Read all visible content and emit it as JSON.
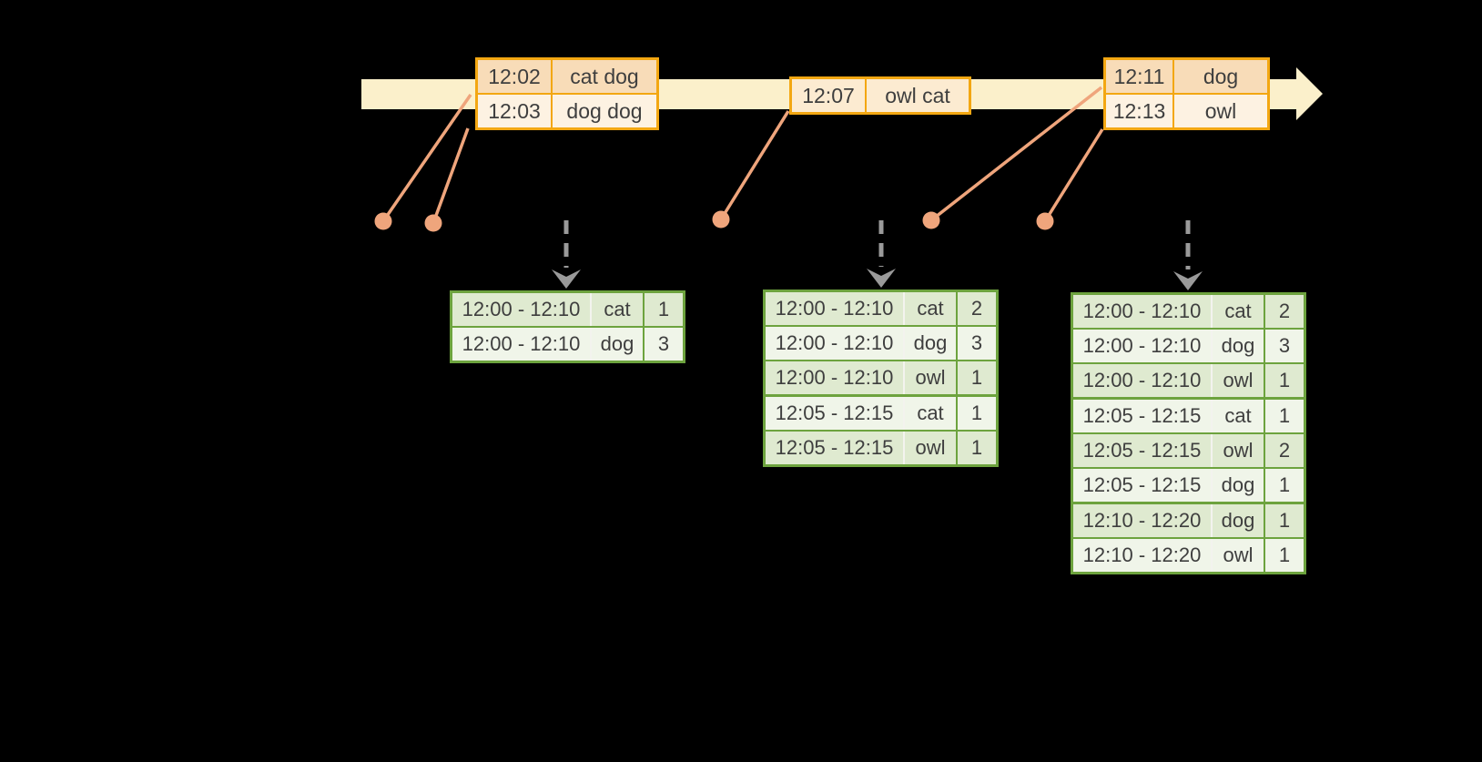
{
  "colors": {
    "background": "#000000",
    "timeline_cream": "#fbf0cb",
    "gold_border": "#f3a712",
    "orange_fill_dark": "#f8dcb8",
    "orange_fill_mid": "#fcebd1",
    "orange_fill_light": "#fdf2e2",
    "salmon": "#efa57c",
    "arrow_gray": "#9a9a9a",
    "green_border": "#6da33e",
    "green_fill_dark": "#dfead0",
    "green_fill_light": "#f0f5e9",
    "pale_line": "#f3f3ee",
    "text_ink": "#3e3e3e"
  },
  "input_tables": [
    {
      "label": "input-events-12-02",
      "rows": [
        {
          "time": "12:02",
          "words": "cat dog",
          "shade": "dark"
        },
        {
          "time": "12:03",
          "words": "dog dog",
          "shade": "light"
        }
      ]
    },
    {
      "label": "input-events-12-07",
      "rows": [
        {
          "time": "12:07",
          "words": "owl cat",
          "shade": "mid"
        }
      ]
    },
    {
      "label": "input-events-12-11",
      "rows": [
        {
          "time": "12:11",
          "words": "dog",
          "shade": "dark"
        },
        {
          "time": "12:13",
          "words": "owl",
          "shade": "light"
        }
      ]
    }
  ],
  "result_tables": [
    {
      "label": "result-table-1",
      "rows": [
        {
          "window": "12:00 - 12:10",
          "word": "cat",
          "count": "1"
        },
        {
          "window": "12:00 - 12:10",
          "word": "dog",
          "count": "3"
        }
      ]
    },
    {
      "label": "result-table-2",
      "rows": [
        {
          "window": "12:00 - 12:10",
          "word": "cat",
          "count": "2"
        },
        {
          "window": "12:00 - 12:10",
          "word": "dog",
          "count": "3"
        },
        {
          "window": "12:00 - 12:10",
          "word": "owl",
          "count": "1"
        },
        {
          "window": "12:05 - 12:15",
          "word": "cat",
          "count": "1"
        },
        {
          "window": "12:05 - 12:15",
          "word": "owl",
          "count": "1"
        }
      ]
    },
    {
      "label": "result-table-3",
      "rows": [
        {
          "window": "12:00 - 12:10",
          "word": "cat",
          "count": "2"
        },
        {
          "window": "12:00 - 12:10",
          "word": "dog",
          "count": "3"
        },
        {
          "window": "12:00 - 12:10",
          "word": "owl",
          "count": "1"
        },
        {
          "window": "12:05 - 12:15",
          "word": "cat",
          "count": "1"
        },
        {
          "window": "12:05 - 12:15",
          "word": "owl",
          "count": "2"
        },
        {
          "window": "12:05 - 12:15",
          "word": "dog",
          "count": "1"
        },
        {
          "window": "12:10 - 12:20",
          "word": "dog",
          "count": "1"
        },
        {
          "window": "12:10 - 12:20",
          "word": "owl",
          "count": "1"
        }
      ]
    }
  ]
}
